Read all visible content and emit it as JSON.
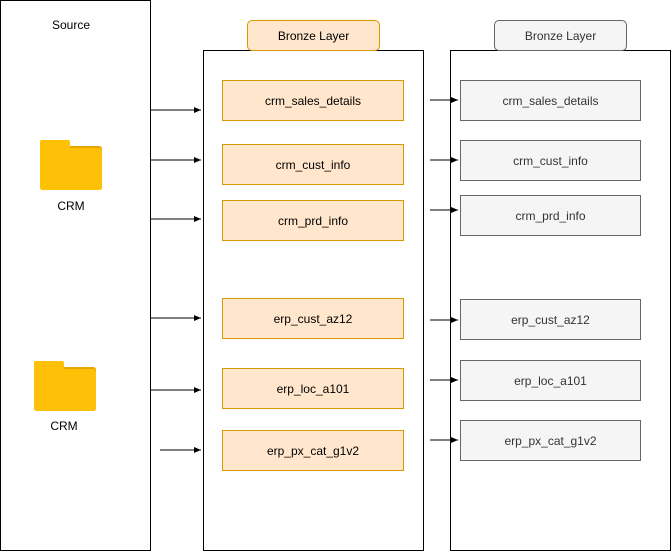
{
  "source": {
    "title": "Source",
    "folders": [
      {
        "label": "CRM",
        "icon": "folder-icon"
      },
      {
        "label": "CRM",
        "icon": "folder-icon"
      }
    ]
  },
  "bronze_layer": {
    "title": "Bronze Layer",
    "tables": [
      "crm_sales_details",
      "crm_cust_info",
      "crm_prd_info",
      "erp_cust_az12",
      "erp_loc_a101",
      "erp_px_cat_g1v2"
    ]
  },
  "bronze_layer_2": {
    "title": "Bronze Layer",
    "tables": [
      "crm_sales_details",
      "crm_cust_info",
      "crm_prd_info",
      "erp_cust_az12",
      "erp_loc_a101",
      "erp_px_cat_g1v2"
    ]
  },
  "colors": {
    "orange_fill": "#ffe6cc",
    "orange_stroke": "#d79b00",
    "grey_fill": "#f5f5f5",
    "grey_stroke": "#666666",
    "folder_yellow": "#ffc107"
  }
}
